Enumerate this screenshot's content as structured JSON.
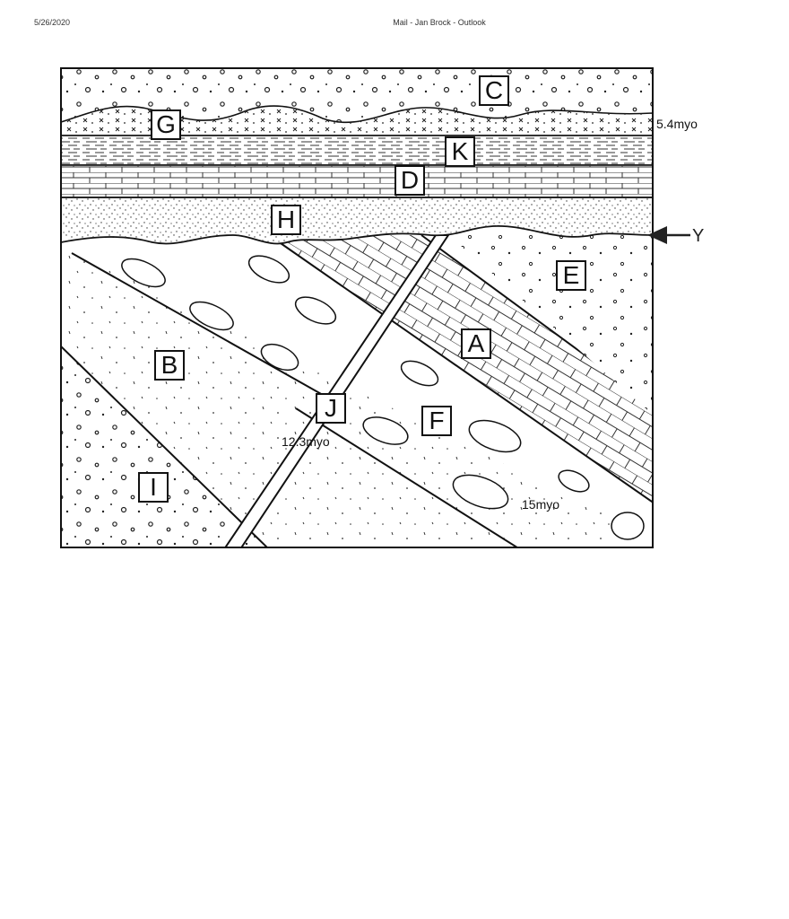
{
  "header": {
    "date": "5/26/2020",
    "title": "Mail - Jan Brock - Outlook"
  },
  "labels": {
    "C": "C",
    "G": "G",
    "K": "K",
    "D": "D",
    "H": "H",
    "E": "E",
    "A": "A",
    "B": "B",
    "J": "J",
    "F": "F",
    "I": "I",
    "Y": "Y"
  },
  "ages": {
    "top": "5.4myo",
    "dike": "12.3myo",
    "lower": "15myo"
  }
}
